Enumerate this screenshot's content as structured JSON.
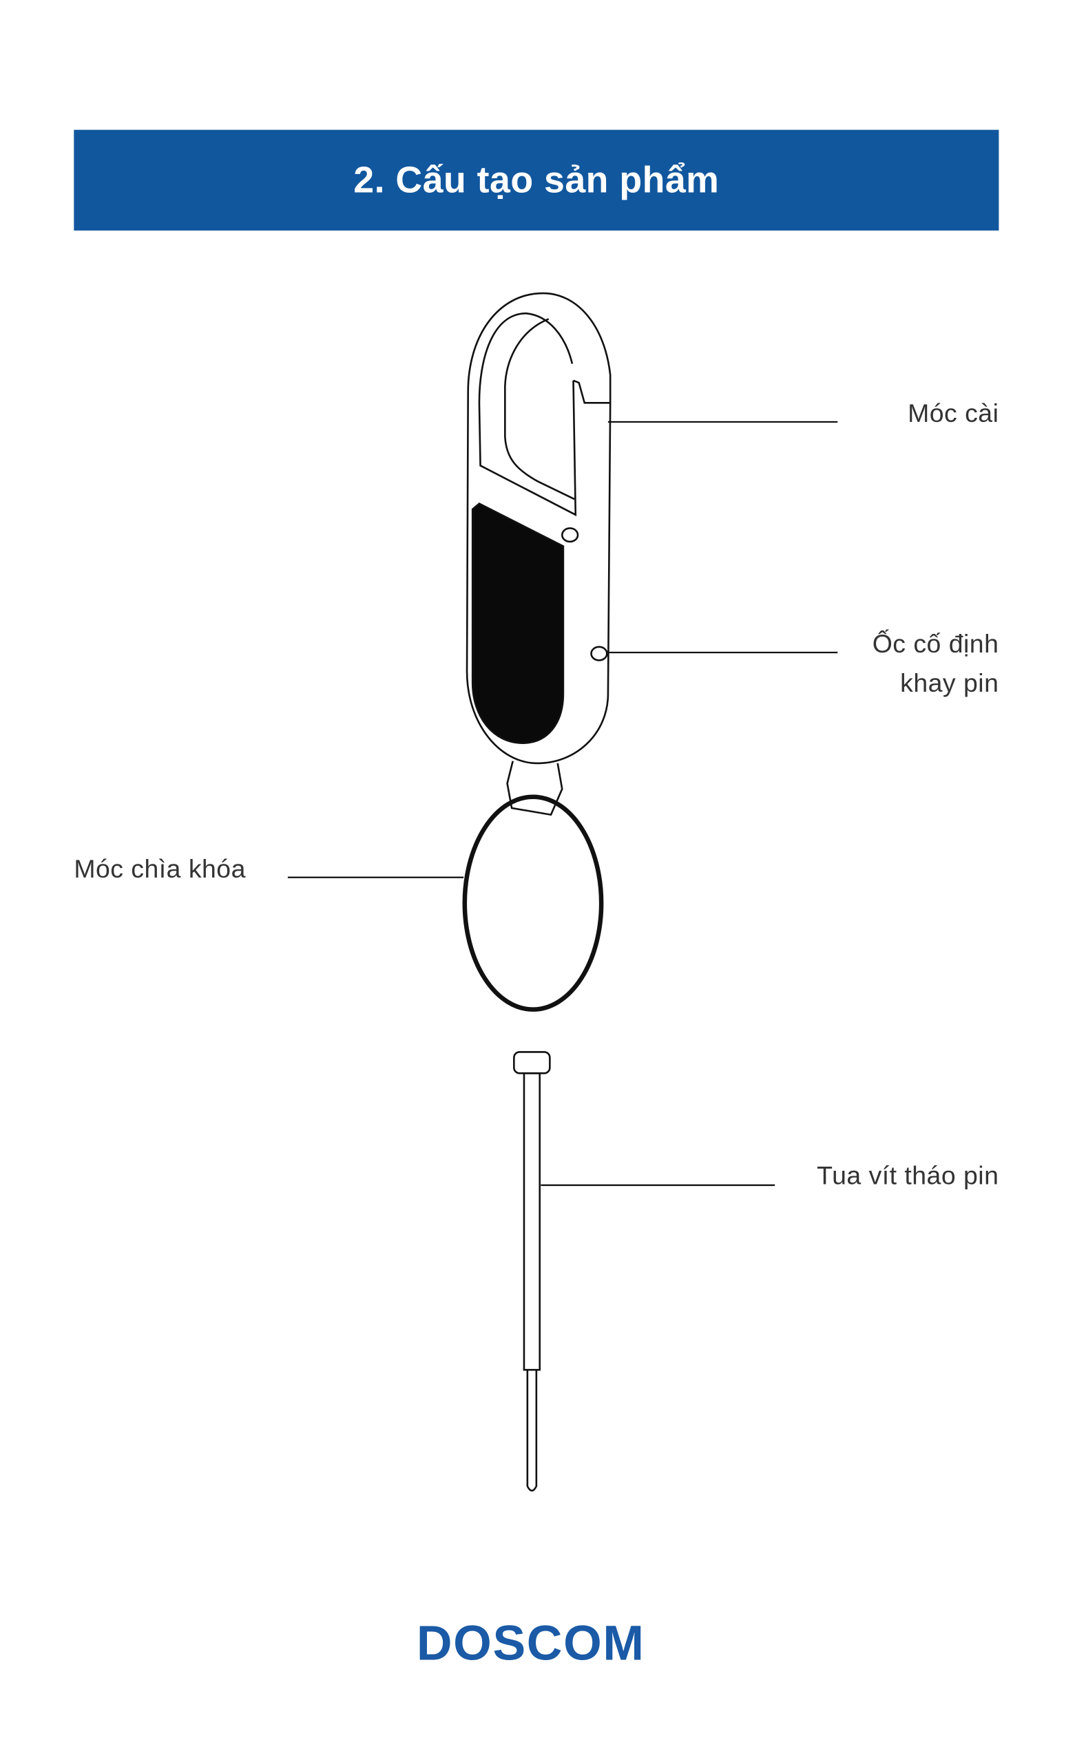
{
  "header": {
    "title": "2. Cấu tạo sản phẩm",
    "background": "#11579e"
  },
  "labels": {
    "clip_hook": "Móc cài",
    "battery_screw_line1": "Ốc cố định",
    "battery_screw_line2": "khay pin",
    "key_ring": "Móc chìa khóa",
    "screwdriver": "Tua vít tháo pin"
  },
  "logo": {
    "text": "DOSCOM",
    "color": "#1a5aa6"
  }
}
